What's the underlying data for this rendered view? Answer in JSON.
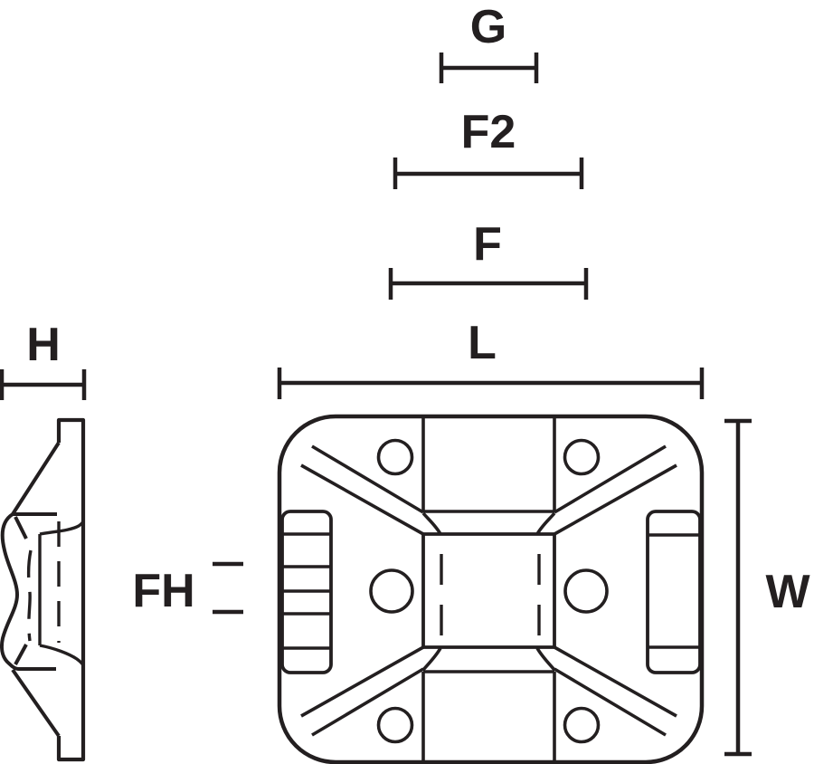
{
  "figure": {
    "kind": "technical-drawing",
    "views": {
      "side_view": "side-profile-view",
      "top_view": "top-plan-view"
    }
  },
  "dims": {
    "G": {
      "label": "G"
    },
    "F2": {
      "label": "F2"
    },
    "F": {
      "label": "F"
    },
    "L": {
      "label": "L"
    },
    "H": {
      "label": "H"
    },
    "W": {
      "label": "W"
    },
    "FH": {
      "label": "FH"
    }
  },
  "colors": {
    "line": "#231f20",
    "background": "#ffffff"
  }
}
